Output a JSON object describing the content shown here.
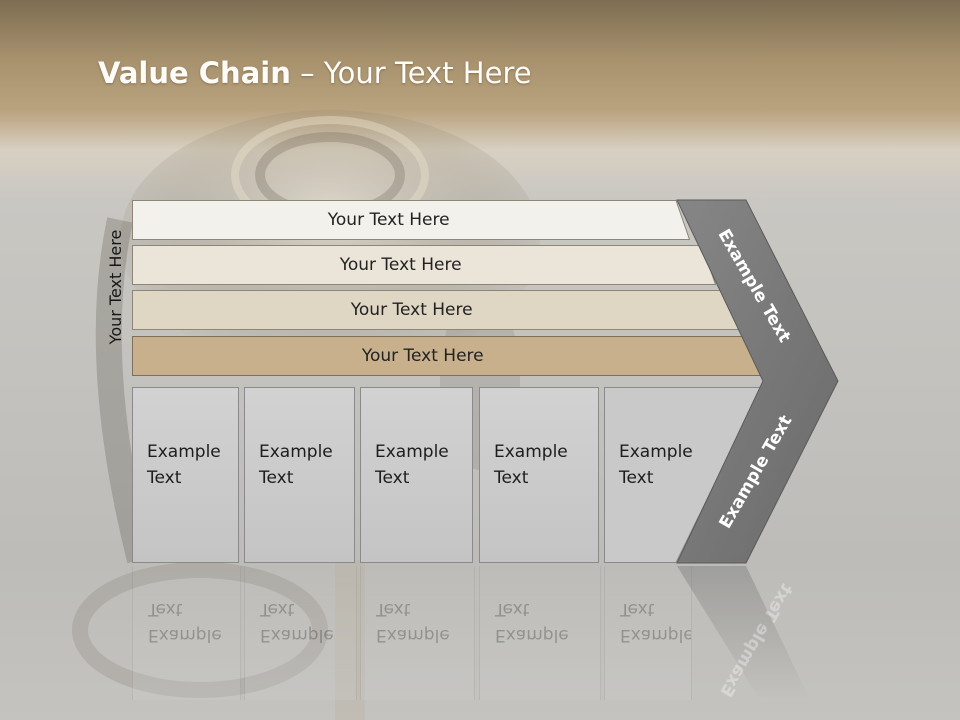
{
  "slide": {
    "title_bold": "Value Chain",
    "title_rest": " – Your Text Here"
  },
  "side_label": "Your Text Here",
  "support_bars": [
    {
      "label": "Your Text Here",
      "color": "#f3f1ec"
    },
    {
      "label": "Your Text Here",
      "color": "#ebe4d8"
    },
    {
      "label": "Your Text Here",
      "color": "#e0d6c4"
    },
    {
      "label": "Your Text Here",
      "color": "#c8b08c"
    }
  ],
  "activities": [
    {
      "line1": "Example",
      "line2": "Text"
    },
    {
      "line1": "Example",
      "line2": "Text"
    },
    {
      "line1": "Example",
      "line2": "Text"
    },
    {
      "line1": "Example",
      "line2": "Text"
    },
    {
      "line1": "Example",
      "line2": "Text"
    }
  ],
  "margin": {
    "upper_label": "Example Text",
    "lower_label": "Example Text",
    "color": "#7b7b7b"
  }
}
